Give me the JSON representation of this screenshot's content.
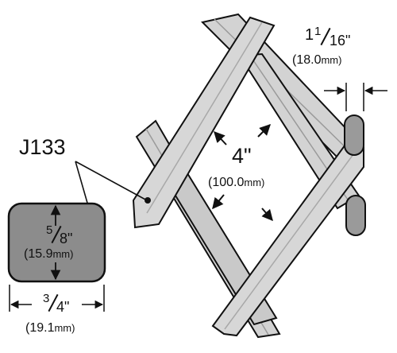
{
  "part_code": "J133",
  "center_spacing": {
    "inch": "4\"",
    "mm_value": "(100.0",
    "mm_unit": "mm)"
  },
  "wire_thickness": {
    "num": "1",
    "den": "16\"",
    "whole": "1",
    "mm_value": "(18.0",
    "mm_unit": "mm)"
  },
  "profile_height": {
    "num": "5",
    "den": "8\"",
    "mm_value": "(15.9",
    "mm_unit": "mm)"
  },
  "profile_width": {
    "num": "3",
    "den": "4\"",
    "mm_value": "(19.1",
    "mm_unit": "mm)"
  },
  "colors": {
    "bar_fill": "#d3d3d3",
    "bar_shadow": "#a8a8a8",
    "section_fill": "#8c8c8c",
    "end_cap": "#9a9a9a",
    "ink": "#111111"
  }
}
